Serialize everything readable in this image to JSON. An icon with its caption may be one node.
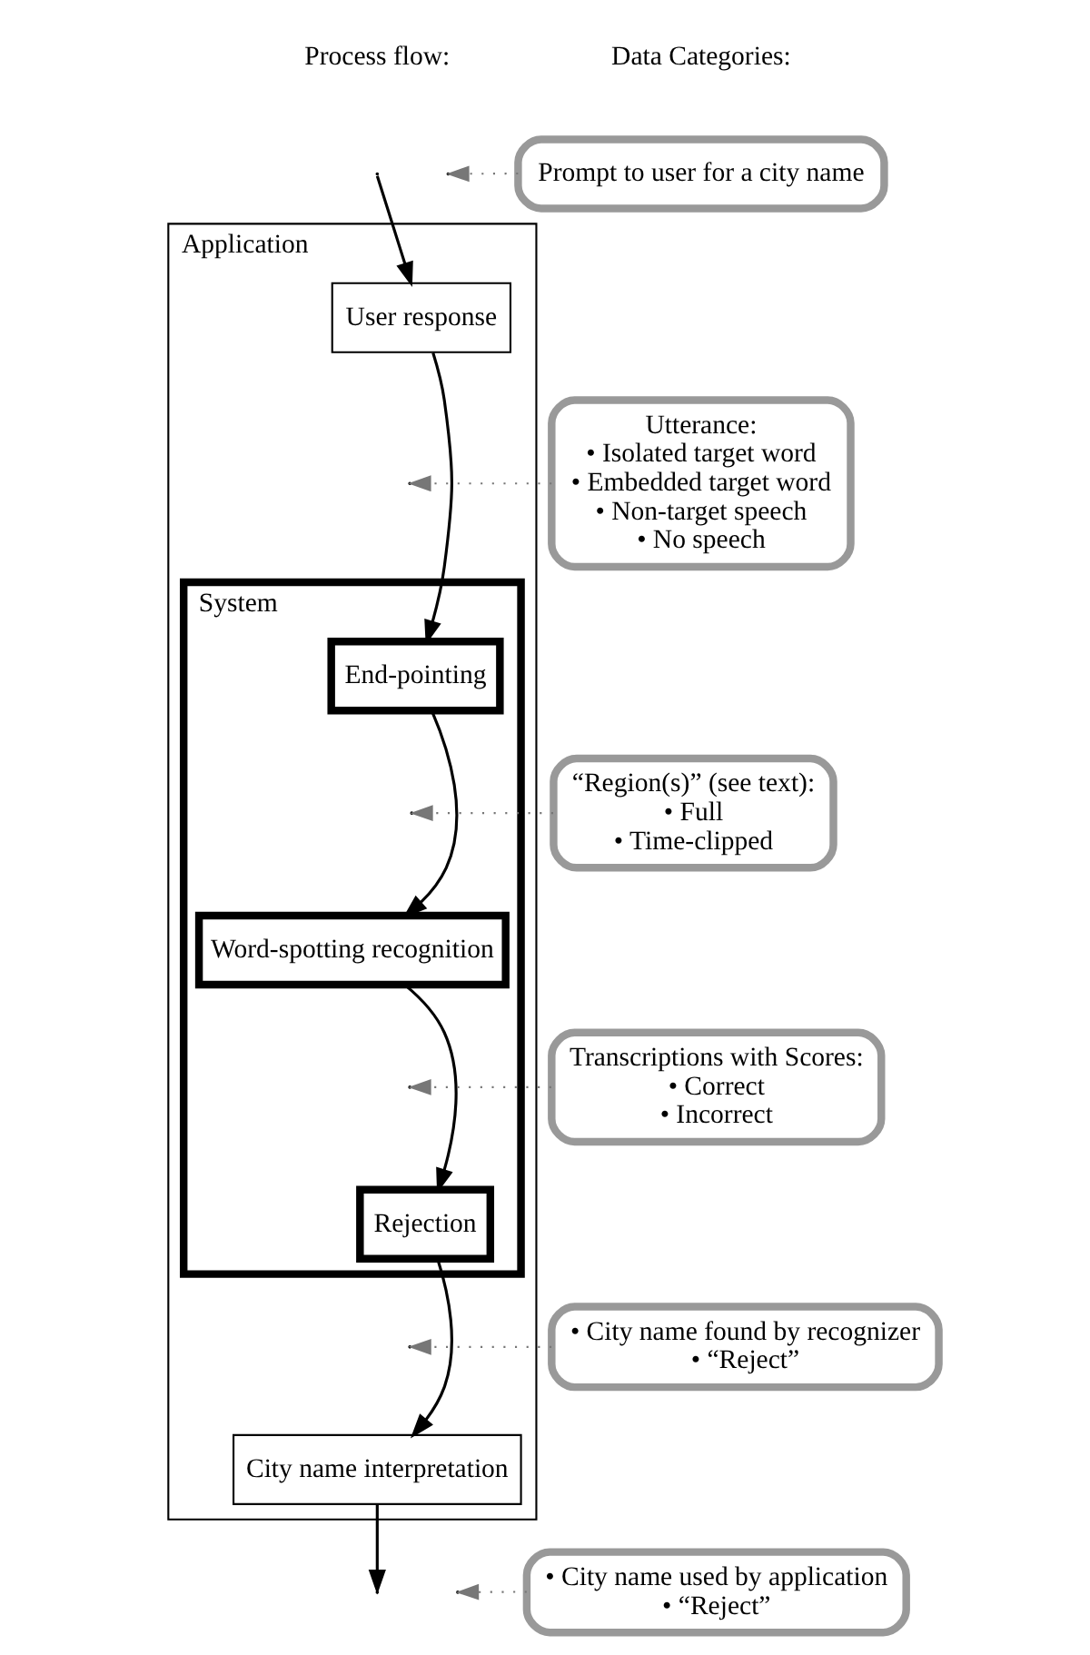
{
  "diagram": {
    "nodes": [
      {
        "text": [
          "Application"
        ]
      },
      {
        "text": [
          "User response"
        ],
        "in": 0
      },
      {
        "text": [
          "System"
        ],
        "in": 0
      },
      {
        "text": [
          "End-pointing"
        ],
        "in": 2
      },
      {
        "text": [
          "Word-spotting recognition"
        ],
        "in": 2
      },
      {
        "text": [
          "Rejection"
        ],
        "in": 2
      },
      {
        "text": [
          "City name interpretation"
        ],
        "in": 0
      },
      {
        "text": [
          "Prompt to user for a city name"
        ]
      },
      {
        "text": [
          "Utterance:",
          "• Isolated target word",
          "• Embedded target word",
          "• Non-target speech",
          "• No speech"
        ]
      },
      {
        "text": [
          "“Region(s)” (see text):",
          "• Full",
          "• Time-clipped"
        ]
      },
      {
        "text": [
          "Transcriptions with Scores:",
          "• Correct",
          "• Incorrect"
        ]
      },
      {
        "text": [
          "• City name found by recognizer",
          "• “Reject”"
        ]
      },
      {
        "text": [
          "• City name used by application",
          "• “Reject”"
        ]
      }
    ],
    "edges": [
      {
        "from": null,
        "to": 1,
        "arrow": "to"
      },
      {
        "from": 1,
        "to": 3,
        "arrow": "to"
      },
      {
        "from": 3,
        "to": 4,
        "arrow": "to"
      },
      {
        "from": 4,
        "to": 5,
        "arrow": "to"
      },
      {
        "from": 5,
        "to": 6,
        "arrow": "to"
      },
      {
        "from": 6,
        "to": null,
        "arrow": "to"
      },
      {
        "from": 7,
        "to": null,
        "arrow": "to",
        "style": "dashed",
        "color": "#777777"
      },
      {
        "from": 8,
        "to": null,
        "arrow": "to",
        "style": "dashed",
        "color": "#777777"
      },
      {
        "from": 9,
        "to": null,
        "arrow": "to",
        "style": "dashed",
        "color": "#777777"
      },
      {
        "from": 10,
        "to": null,
        "arrow": "to",
        "style": "dashed",
        "color": "#777777"
      },
      {
        "from": 11,
        "to": null,
        "arrow": "to",
        "style": "dashed",
        "color": "#777777"
      },
      {
        "from": 12,
        "to": null,
        "arrow": "to",
        "style": "dashed",
        "color": "#777777"
      }
    ],
    "labels": [
      "Process flow:",
      "Data Categories:"
    ]
  }
}
